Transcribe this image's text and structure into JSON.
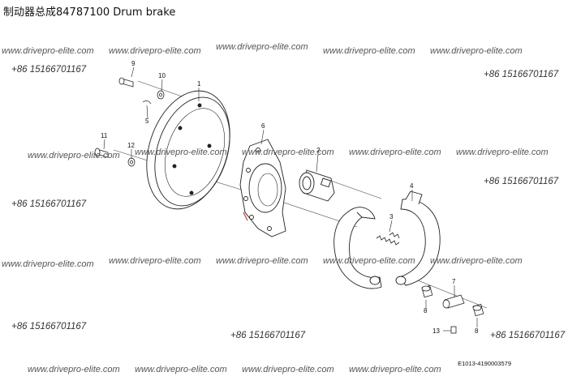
{
  "title": "制动器总成84787100 Drum brake",
  "watermark_url": "www.drivepro-elite.com",
  "watermark_phone": "+86 15166701167",
  "drawing_code": "E1013-4190003579",
  "part_numbers": [
    "1",
    "2",
    "3",
    "4",
    "5",
    "6",
    "7",
    "8",
    "8",
    "9",
    "10",
    "11",
    "12",
    "13"
  ]
}
